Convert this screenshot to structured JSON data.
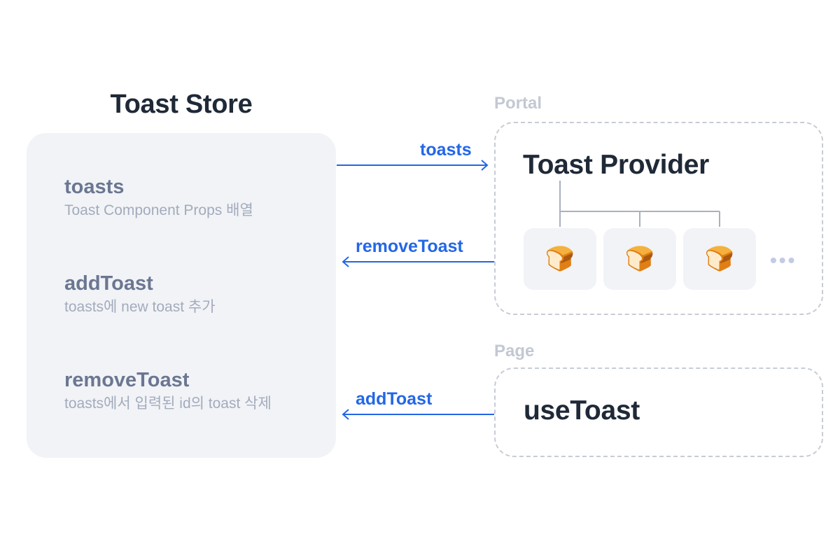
{
  "store": {
    "title": "Toast Store",
    "items": [
      {
        "name": "toasts",
        "desc": "Toast Component Props 배열"
      },
      {
        "name": "addToast",
        "desc": "toasts에 new toast 추가"
      },
      {
        "name": "removeToast",
        "desc": "toasts에서 입력된 id의 toast 삭제"
      }
    ]
  },
  "portal": {
    "label": "Portal",
    "title": "Toast Provider",
    "toasts": [
      "🍞",
      "🍞",
      "🍞"
    ],
    "more": "•••"
  },
  "page": {
    "label": "Page",
    "title": "useToast"
  },
  "arrows": {
    "toasts": "toasts",
    "remove_toast": "removeToast",
    "add_toast": "addToast"
  },
  "colors": {
    "arrow": "#2367e6",
    "store_bg": "#f1f3f7",
    "dashed_border": "#c7ccd6"
  }
}
